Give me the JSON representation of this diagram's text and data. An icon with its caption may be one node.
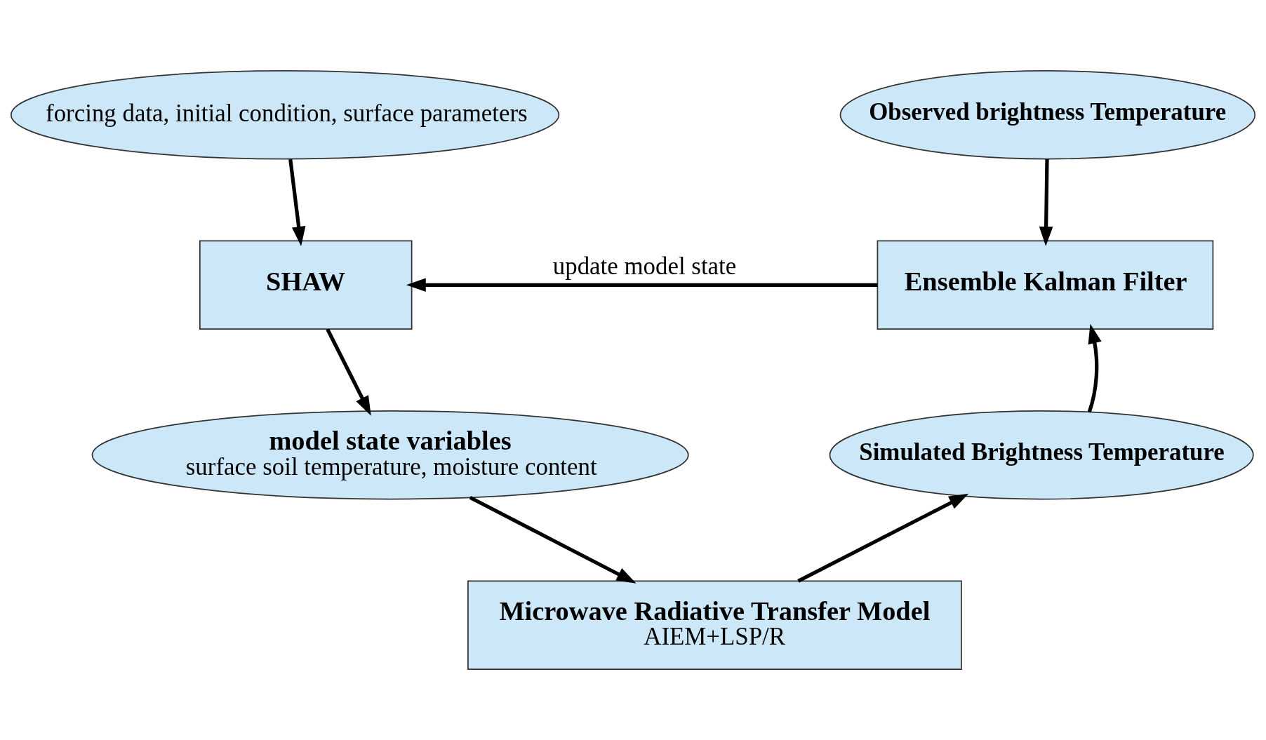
{
  "diagram": {
    "nodes": [
      {
        "text": [
          "forcing data, initial condition, surface parameters"
        ]
      },
      {
        "text": [
          "Observed brightness Temperature"
        ]
      },
      {
        "text": [
          "SHAW"
        ]
      },
      {
        "text": [
          "Ensemble Kalman Filter"
        ]
      },
      {
        "text": [
          "model state variables",
          "surface soil temperature, moisture content"
        ]
      },
      {
        "text": [
          "Simulated Brightness Temperature"
        ]
      },
      {
        "text": [
          "Microwave Radiative Transfer Model",
          "AIEM+LSP/R"
        ]
      }
    ],
    "edges": [
      {
        "from": 0,
        "to": 2,
        "arrow": "to"
      },
      {
        "from": 1,
        "to": 3,
        "arrow": "to"
      },
      {
        "from": 3,
        "to": 2,
        "arrow": "to",
        "label": "update model state"
      },
      {
        "from": 2,
        "to": 4,
        "arrow": "to"
      },
      {
        "from": 5,
        "to": 3,
        "arrow": "to"
      },
      {
        "from": 4,
        "to": 6,
        "arrow": "to"
      },
      {
        "from": 6,
        "to": 5,
        "arrow": "to"
      }
    ]
  }
}
